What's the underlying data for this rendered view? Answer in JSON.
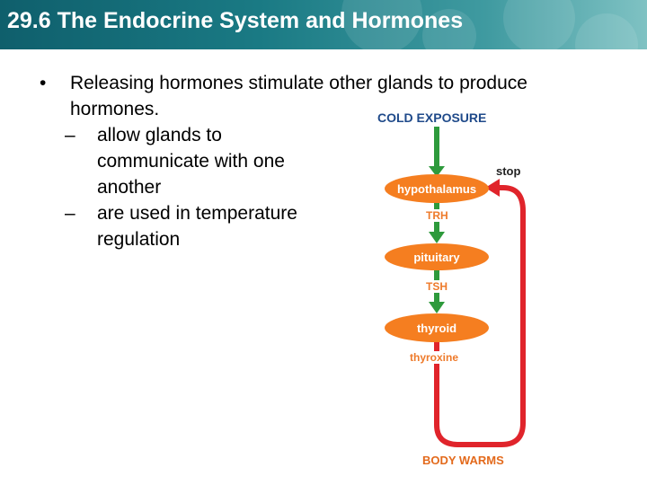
{
  "title": "29.6 The Endocrine System and Hormones",
  "bullet": {
    "marker": "•",
    "text": "Releasing hormones stimulate other glands to produce hormones."
  },
  "sub_items": [
    {
      "marker": "–",
      "text": "allow glands to communicate with one another"
    },
    {
      "marker": "–",
      "text": "are used in temperature regulation"
    }
  ],
  "diagram": {
    "top_label": "COLD EXPOSURE",
    "stop_label": "stop",
    "glands": [
      "hypothalamus",
      "pituitary",
      "thyroid"
    ],
    "hormones": [
      "TRH",
      "TSH",
      "thyroxine"
    ],
    "bottom_label": "BODY WARMS",
    "colors": {
      "gland_fill": "#f57e20",
      "top_label": "#1f4a8a",
      "bottom_label": "#e36a1c",
      "stimulate_arrow": "#2e9a3c",
      "feedback_arrow": "#e0242b"
    }
  }
}
